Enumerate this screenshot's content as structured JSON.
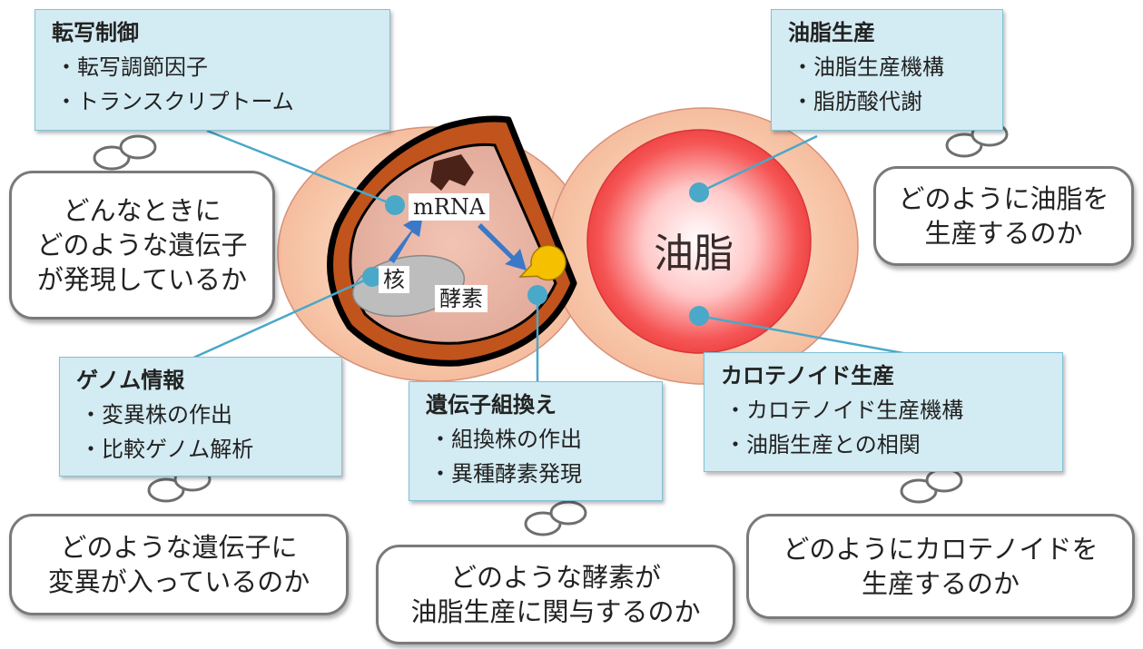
{
  "cell": {
    "mrna_label": "mRNA",
    "nucleus_label": "核",
    "enzyme_label": "酵素",
    "oil_label": "油脂"
  },
  "topics": {
    "transcription": {
      "title": "転写制御",
      "items": [
        "・転写調節因子",
        "・トランスクリプトーム"
      ]
    },
    "genome": {
      "title": "ゲノム情報",
      "items": [
        "・変異株の作出",
        "・比較ゲノム解析"
      ]
    },
    "recombination": {
      "title": "遺伝子組換え",
      "items": [
        "・組換株の作出",
        "・異種酵素発現"
      ]
    },
    "oil": {
      "title": "油脂生産",
      "items": [
        "・油脂生産機構",
        "・脂肪酸代謝"
      ]
    },
    "carotenoid": {
      "title": "カロテノイド生産",
      "items": [
        "・カロテノイド生産機構",
        "・油脂生産との相関"
      ]
    }
  },
  "questions": {
    "transcription": [
      "どんなときに",
      "どのような遺伝子",
      "が発現しているか"
    ],
    "genome": [
      "どのような遺伝子に",
      "変異が入っているのか"
    ],
    "recombination": [
      "どのような酵素が",
      "油脂生産に関与するのか"
    ],
    "oil": [
      "どのように油脂を",
      "生産するのか"
    ],
    "carotenoid": [
      "どのようにカロテノイドを",
      "生産するのか"
    ]
  },
  "colors": {
    "cell_fill": "#f7c8ac",
    "oil_droplet": "#f23b3b",
    "mitochondria_outer": "#c0541c",
    "enzyme": "#f5c000",
    "arrow": "#3b78c8",
    "connector": "#4aa8c8",
    "topic_fill": "#d3ebf2"
  }
}
